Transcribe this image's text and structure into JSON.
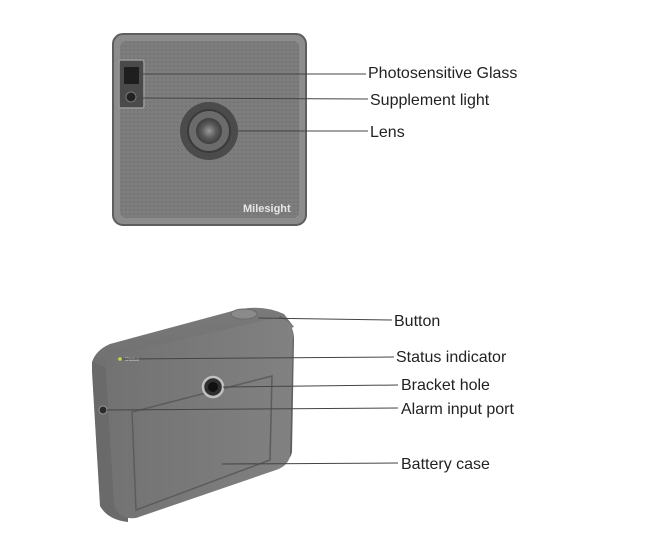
{
  "front_view": {
    "brand_text": "Milesight",
    "callouts": [
      {
        "label": "Photosensitive Glass"
      },
      {
        "label": "Supplement light"
      },
      {
        "label": "Lens"
      }
    ]
  },
  "rear_view": {
    "status_text": "Status",
    "callouts": [
      {
        "label": "Button"
      },
      {
        "label": "Status indicator"
      },
      {
        "label": "Bracket hole"
      },
      {
        "label": "Alarm input port"
      },
      {
        "label": "Battery case"
      }
    ]
  }
}
